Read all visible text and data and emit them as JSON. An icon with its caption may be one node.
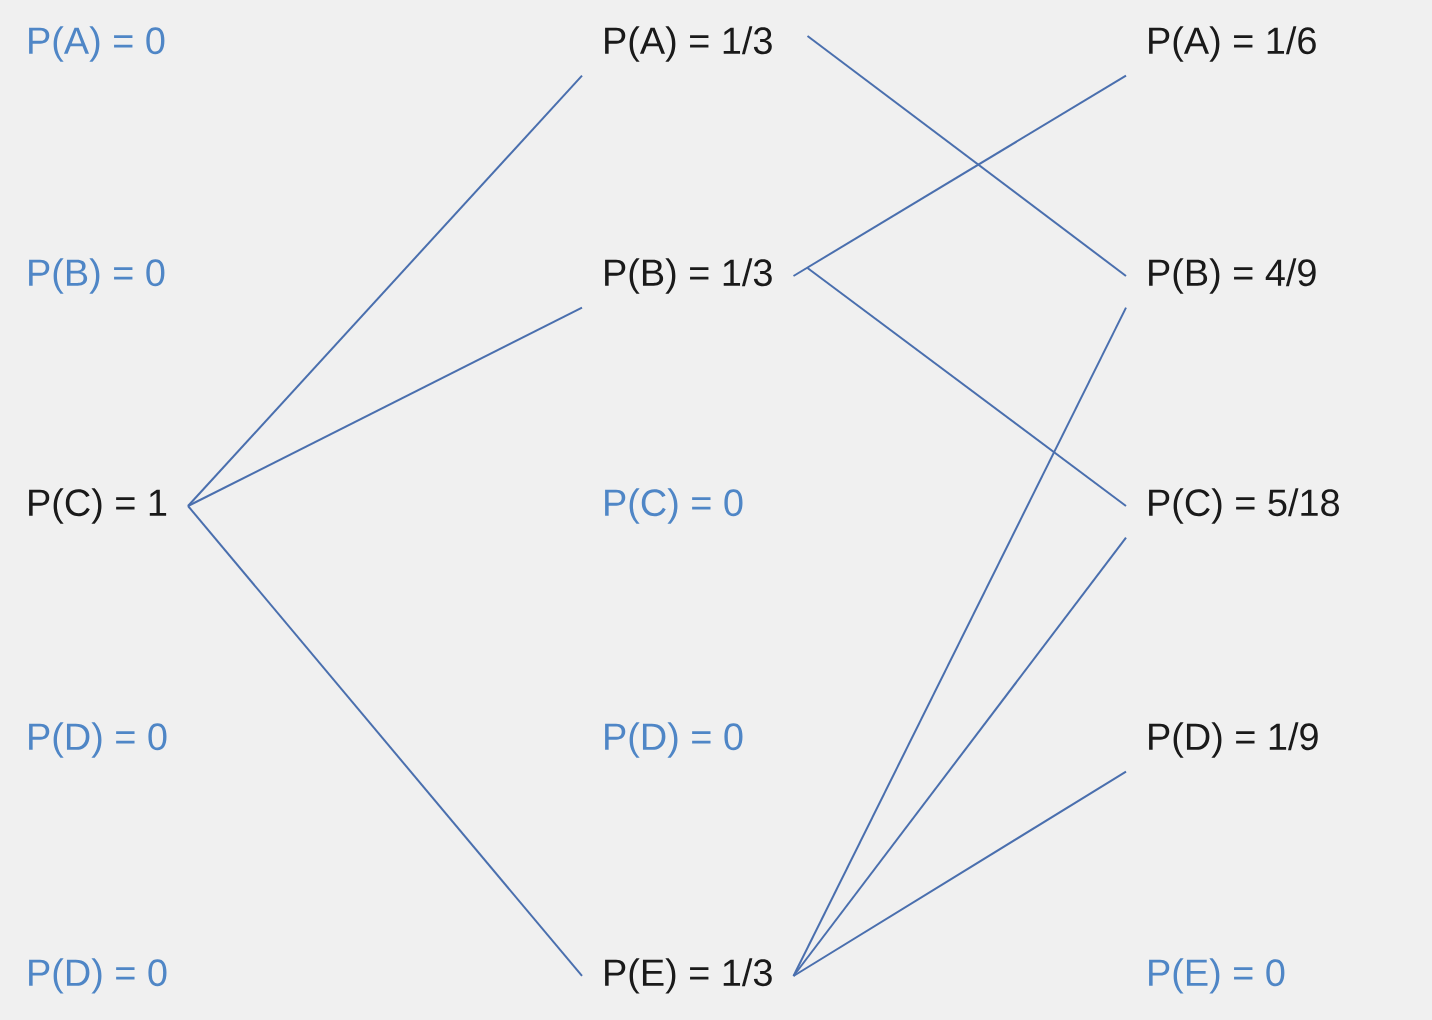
{
  "diagram": {
    "nodes": [
      {
        "text": [
          "P(A) = 0"
        ]
      },
      {
        "text": [
          "P(B) = 0"
        ]
      },
      {
        "text": [
          "P(C) = 1"
        ]
      },
      {
        "text": [
          "P(D) = 0"
        ]
      },
      {
        "text": [
          "P(D) = 0"
        ]
      },
      {
        "text": [
          "P(A) = 1/3"
        ]
      },
      {
        "text": [
          "P(B) = 1/3"
        ]
      },
      {
        "text": [
          "P(C) = 0"
        ]
      },
      {
        "text": [
          "P(D) = 0"
        ]
      },
      {
        "text": [
          "P(E) = 1/3"
        ]
      },
      {
        "text": [
          "P(A) = 1/6"
        ]
      },
      {
        "text": [
          "P(B) = 4/9"
        ]
      },
      {
        "text": [
          "P(C) = 5/18"
        ]
      },
      {
        "text": [
          "P(D) = 1/9"
        ]
      },
      {
        "text": [
          "P(E) = 0"
        ]
      }
    ],
    "edges": [
      {
        "from": 2,
        "to": 5,
        "arrow": "none"
      },
      {
        "from": 2,
        "to": 6,
        "arrow": "none"
      },
      {
        "from": 2,
        "to": 9,
        "arrow": "none"
      },
      {
        "from": 5,
        "to": 11,
        "arrow": "none"
      },
      {
        "from": 6,
        "to": 10,
        "arrow": "none"
      },
      {
        "from": 6,
        "to": 12,
        "arrow": "none"
      },
      {
        "from": 9,
        "to": 11,
        "arrow": "none"
      },
      {
        "from": 9,
        "to": 12,
        "arrow": "none"
      },
      {
        "from": 9,
        "to": 13,
        "arrow": "none"
      }
    ]
  }
}
